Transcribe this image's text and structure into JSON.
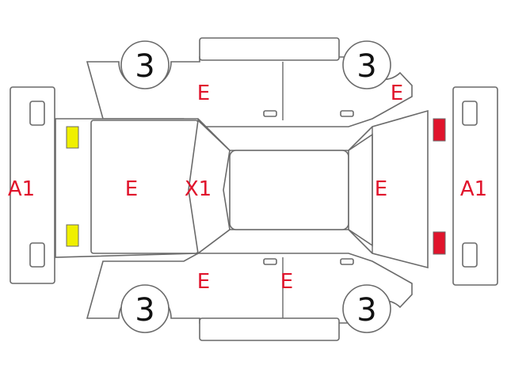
{
  "colors": {
    "outline": "#6a6a6a",
    "label": "#e0142c",
    "lamp_front": "#f0f000",
    "lamp_rear": "#e0142c"
  },
  "labels": {
    "front_bumper": "A1",
    "rear_bumper": "A1",
    "hood": "E",
    "windshield": "X1",
    "roof_rear": "E",
    "front_left_fender": "E",
    "rear_left_quarter": "E",
    "front_right_fender": "E",
    "rear_right_door": "E"
  },
  "wheels": {
    "front_left": "3",
    "rear_left": "3",
    "front_right": "3",
    "rear_right": "3"
  },
  "lamps": {
    "front": "yellow",
    "rear": "red"
  }
}
